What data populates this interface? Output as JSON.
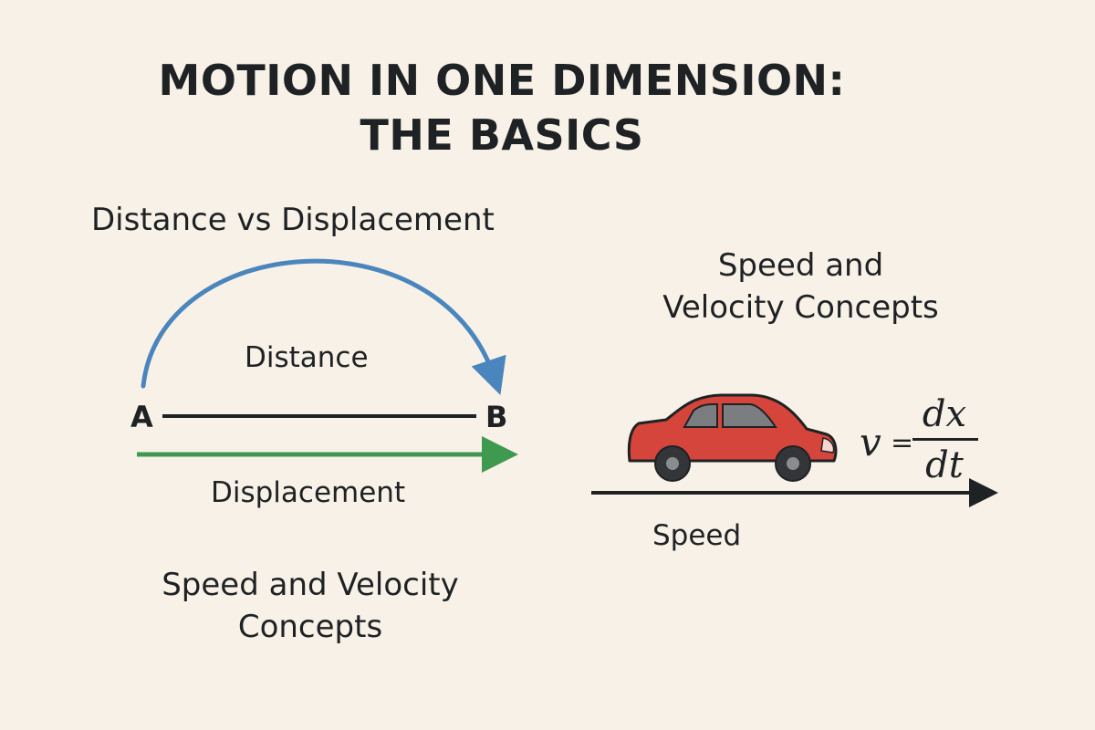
{
  "title": {
    "line1": "MOTION IN ONE DIMENSION:",
    "line2": "THE BASICS"
  },
  "left_panel": {
    "heading": "Distance vs Displacement",
    "point_a": "A",
    "point_b": "B",
    "distance_label": "Distance",
    "displacement_label": "Displacement",
    "footer_line1": "Speed and Velocity",
    "footer_line2": "Concepts"
  },
  "right_panel": {
    "heading_line1": "Speed and",
    "heading_line2": "Velocity Concepts",
    "speed_label": "Speed",
    "formula": {
      "lhs": "v",
      "equals": "=",
      "numerator": "dx",
      "denominator": "dt"
    }
  },
  "colors": {
    "background": "#f8f1e7",
    "text": "#1f2224",
    "distance_arc": "#4a86bd",
    "displacement_arrow": "#3f9a4f",
    "car_body": "#d6453b",
    "car_window": "#7b7d80",
    "wheel": "#333538"
  },
  "icons": {
    "car": "car-icon"
  }
}
